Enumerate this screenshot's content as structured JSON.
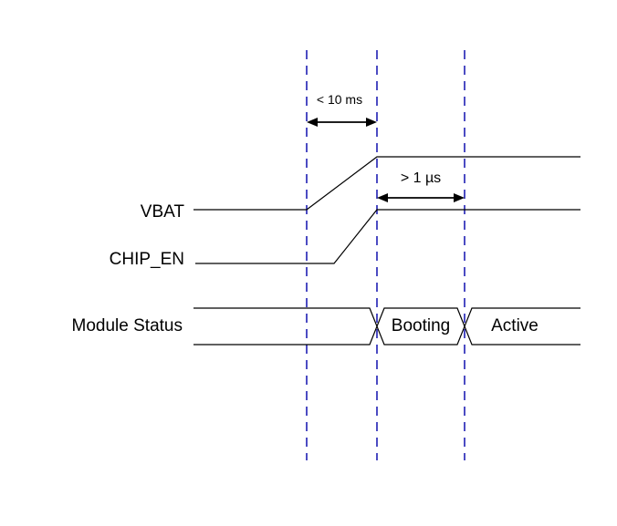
{
  "signals": {
    "vbat": "VBAT",
    "chip_en": "CHIP_EN",
    "module_status": "Module Status"
  },
  "states": {
    "booting": "Booting",
    "active": "Active"
  },
  "annotations": {
    "max_delay": "< 10 ms",
    "min_delay": "> 1 µs"
  },
  "colors": {
    "marker": "#1f1fb4",
    "line": "#000000"
  }
}
